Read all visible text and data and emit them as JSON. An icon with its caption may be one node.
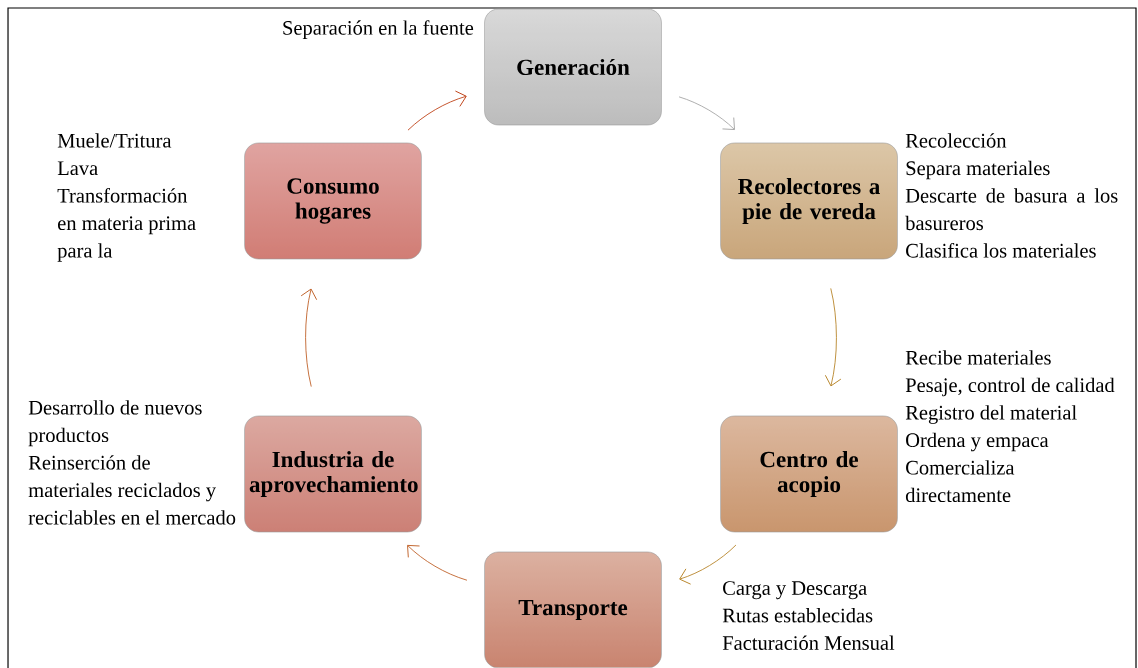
{
  "diagram": {
    "nodes": [
      {
        "text": [
          "Generación"
        ],
        "beside": [
          "Separación en la fuente"
        ]
      },
      {
        "text": [
          "Recolectores a pie de vereda"
        ],
        "beside": [
          "Recolección",
          "Separa materiales",
          "Descarte de basura a los basureros",
          "Clasifica los materiales"
        ]
      },
      {
        "text": [
          "Centro de acopio"
        ],
        "beside": [
          "Recibe materiales",
          "Pesaje, control de calidad",
          "Registro del material",
          "Ordena y empaca",
          "Comercializa directamente"
        ]
      },
      {
        "text": [
          "Transporte"
        ],
        "beside": [
          "Carga y Descarga",
          "Rutas establecidas",
          "Facturación Mensual"
        ]
      },
      {
        "text": [
          "Industria de aprovechamiento"
        ],
        "beside": [
          "Desarrollo de nuevos productos",
          "Reinserción de materiales reciclados y reciclables en el mercado"
        ]
      },
      {
        "text": [
          "Consumo hogares"
        ],
        "beside": [
          "Muele/Tritura",
          "Lava",
          "Transformación en materia prima para la"
        ]
      }
    ],
    "edges": [
      {
        "from": 0,
        "to": 1,
        "arrow": "to",
        "color": "#a6a6a6"
      },
      {
        "from": 1,
        "to": 2,
        "arrow": "to",
        "color": "#b8862b"
      },
      {
        "from": 2,
        "to": 3,
        "arrow": "to",
        "color": "#b8862b"
      },
      {
        "from": 3,
        "to": 4,
        "arrow": "to",
        "color": "#c0622a"
      },
      {
        "from": 4,
        "to": 5,
        "arrow": "to",
        "color": "#c0622a"
      },
      {
        "from": 5,
        "to": 0,
        "arrow": "to",
        "color": "#c0441a"
      }
    ]
  }
}
